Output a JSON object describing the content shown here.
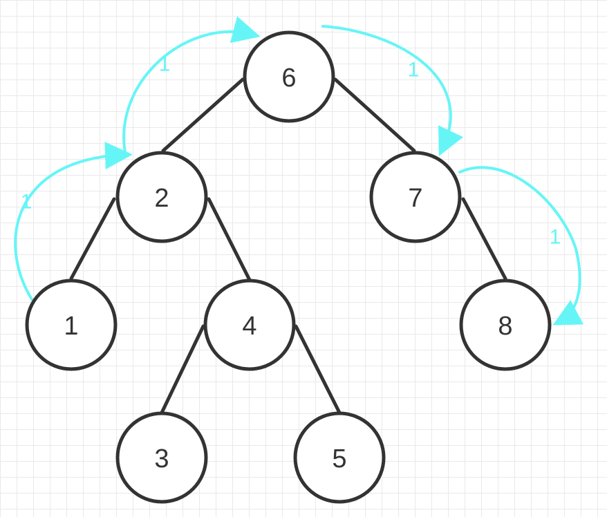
{
  "nodes": [
    {
      "id": "n6",
      "label": "6"
    },
    {
      "id": "n2",
      "label": "2"
    },
    {
      "id": "n7",
      "label": "7"
    },
    {
      "id": "n1",
      "label": "1"
    },
    {
      "id": "n4",
      "label": "4"
    },
    {
      "id": "n8",
      "label": "8"
    },
    {
      "id": "n3",
      "label": "3"
    },
    {
      "id": "n5",
      "label": "5"
    }
  ],
  "edges": [
    {
      "from": "6",
      "to": "2"
    },
    {
      "from": "6",
      "to": "7"
    },
    {
      "from": "2",
      "to": "1"
    },
    {
      "from": "2",
      "to": "4"
    },
    {
      "from": "7",
      "to": "8"
    },
    {
      "from": "4",
      "to": "3"
    },
    {
      "from": "4",
      "to": "5"
    }
  ],
  "arrows": [
    {
      "from": "1",
      "to": "2",
      "label": "1"
    },
    {
      "from": "2",
      "to": "6",
      "label": "1"
    },
    {
      "from": "6",
      "to": "7",
      "label": "1"
    },
    {
      "from": "7",
      "to": "8",
      "label": "1"
    }
  ],
  "colors": {
    "node_stroke": "#333333",
    "arrow": "#66f5f7",
    "grid": "#e9e9e9"
  }
}
